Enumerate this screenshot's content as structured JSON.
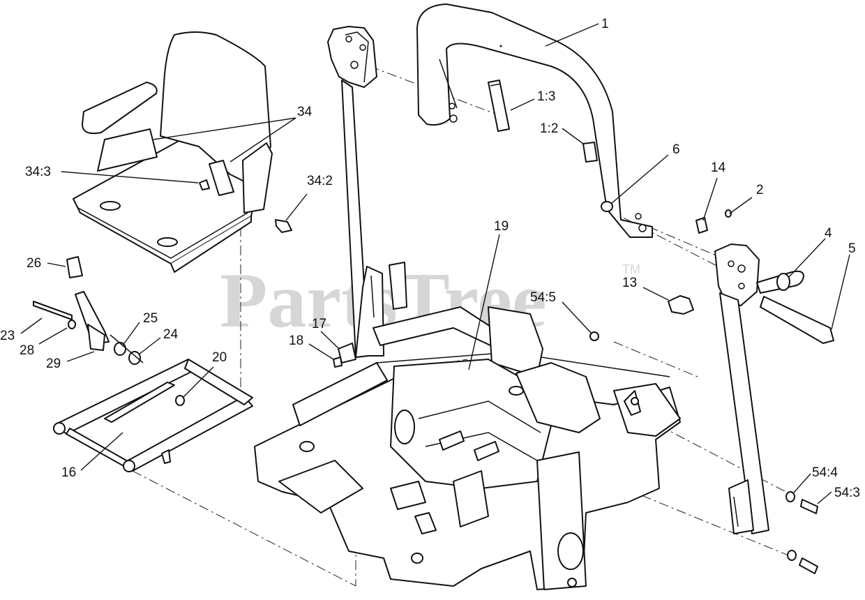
{
  "watermark": {
    "text": "PartsTree",
    "trademark": "TM"
  },
  "callouts": [
    {
      "id": "c1",
      "label": "1"
    },
    {
      "id": "c1-3",
      "label": "1:3"
    },
    {
      "id": "c1-2",
      "label": "1:2"
    },
    {
      "id": "c34",
      "label": "34"
    },
    {
      "id": "c34-3",
      "label": "34:3"
    },
    {
      "id": "c34-2",
      "label": "34:2"
    },
    {
      "id": "c6",
      "label": "6"
    },
    {
      "id": "c14",
      "label": "14"
    },
    {
      "id": "c2",
      "label": "2"
    },
    {
      "id": "c4",
      "label": "4"
    },
    {
      "id": "c5",
      "label": "5"
    },
    {
      "id": "c13",
      "label": "13"
    },
    {
      "id": "c19",
      "label": "19"
    },
    {
      "id": "c54-5",
      "label": "54:5"
    },
    {
      "id": "c17",
      "label": "17"
    },
    {
      "id": "c18",
      "label": "18"
    },
    {
      "id": "c26",
      "label": "26"
    },
    {
      "id": "c25",
      "label": "25"
    },
    {
      "id": "c24",
      "label": "24"
    },
    {
      "id": "c23",
      "label": "23"
    },
    {
      "id": "c28",
      "label": "28"
    },
    {
      "id": "c29",
      "label": "29"
    },
    {
      "id": "c20",
      "label": "20"
    },
    {
      "id": "c16",
      "label": "16"
    },
    {
      "id": "c54-4",
      "label": "54:4"
    },
    {
      "id": "c54-3",
      "label": "54:3"
    }
  ]
}
